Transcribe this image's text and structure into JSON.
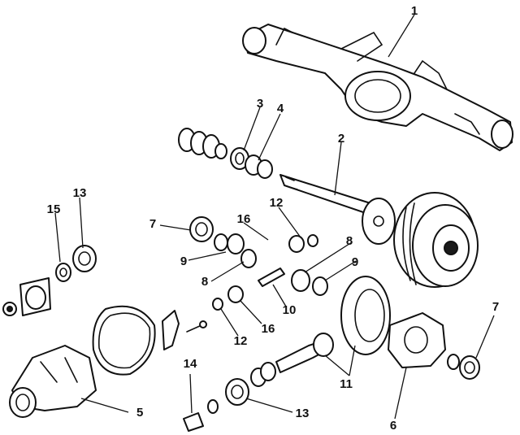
{
  "diagram": {
    "callouts": {
      "c1": "1",
      "c2": "2",
      "c3": "3",
      "c4": "4",
      "c5": "5",
      "c6": "6",
      "c7a": "7",
      "c7b": "7",
      "c8a": "8",
      "c8b": "8",
      "c9a": "9",
      "c9b": "9",
      "c10": "10",
      "c11": "11",
      "c12a": "12",
      "c12b": "12",
      "c13a": "13",
      "c13b": "13",
      "c14": "14",
      "c15": "15",
      "c16a": "16",
      "c16b": "16"
    },
    "colors": {
      "ink": "#111111",
      "paper": "#ffffff"
    }
  }
}
